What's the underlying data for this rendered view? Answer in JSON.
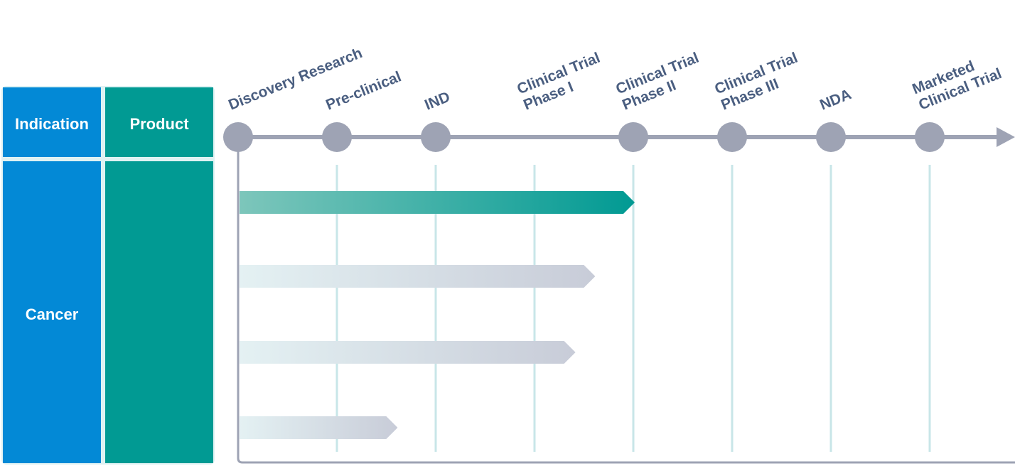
{
  "table": {
    "header": {
      "indication": "Indication",
      "product": "Product"
    },
    "rows": [
      {
        "indication": "Cancer",
        "product": ""
      }
    ]
  },
  "colors": {
    "indication_blue": "#0389d6",
    "product_teal": "#019a93",
    "timeline_gray": "#9ea3b4",
    "gridline": "#c8e6e8",
    "label_navy": "#4a5e80",
    "active_bar_start": "#7dc6bb",
    "active_bar_end": "#019a93",
    "inactive_bar_start": "#e4f1f3",
    "inactive_bar_end": "#c8ccd8"
  },
  "stages": [
    {
      "lines": [
        "Discovery Research"
      ]
    },
    {
      "lines": [
        "Pre-clinical"
      ]
    },
    {
      "lines": [
        "IND"
      ]
    },
    {
      "lines": [
        "Clinical Trial",
        "Phase I"
      ]
    },
    {
      "lines": [
        "Clinical Trial",
        "Phase II"
      ]
    },
    {
      "lines": [
        "Clinical Trial",
        "Phase III"
      ]
    },
    {
      "lines": [
        "NDA"
      ]
    },
    {
      "lines": [
        "Marketed",
        "Clinical Trial"
      ]
    }
  ],
  "pipeline_bars": [
    {
      "progress_stage": 4.0,
      "active": true
    },
    {
      "progress_stage": 3.6,
      "active": false
    },
    {
      "progress_stage": 3.4,
      "active": false
    },
    {
      "progress_stage": 1.6,
      "active": false
    }
  ]
}
